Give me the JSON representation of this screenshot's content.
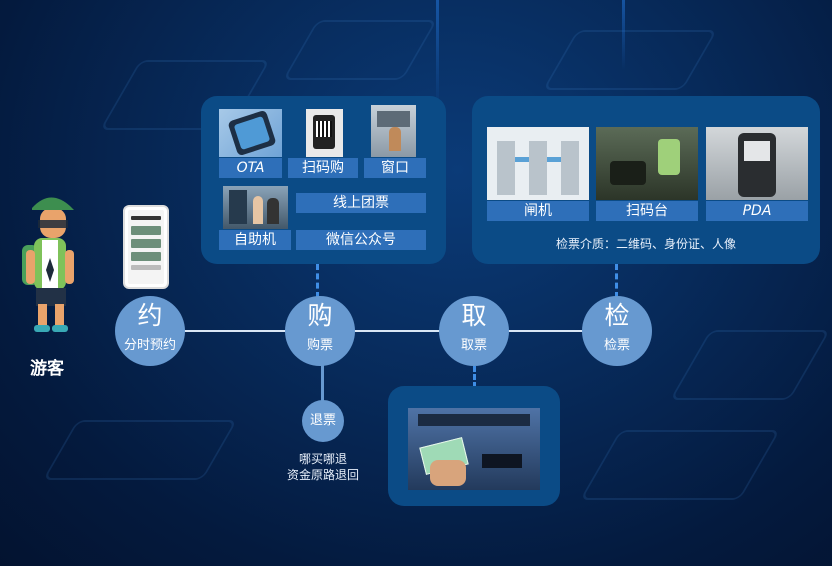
{
  "tourist": {
    "label": "游客"
  },
  "timeline": [
    {
      "char": "约",
      "label": "分时预约"
    },
    {
      "char": "购",
      "label": "购票"
    },
    {
      "char": "取",
      "label": "取票"
    },
    {
      "char": "检",
      "label": "检票"
    }
  ],
  "refund": {
    "label": "退票",
    "note_line1": "哪买哪退",
    "note_line2": "资金原路退回"
  },
  "purchase_channels": [
    {
      "label": "OTA"
    },
    {
      "label": "扫码购"
    },
    {
      "label": "窗口"
    },
    {
      "label": "线上团票"
    },
    {
      "label": "自助机"
    },
    {
      "label": "微信公众号"
    }
  ],
  "check_devices": [
    {
      "label": "闸机"
    },
    {
      "label": "扫码台"
    },
    {
      "label": "PDA"
    }
  ],
  "check_note": "检票介质：二维码、身份证、人像",
  "colors": {
    "node": "#6799d0",
    "panel": "#0b4b86",
    "tag": "#2e6fb9",
    "dash": "#3f8ee6"
  }
}
